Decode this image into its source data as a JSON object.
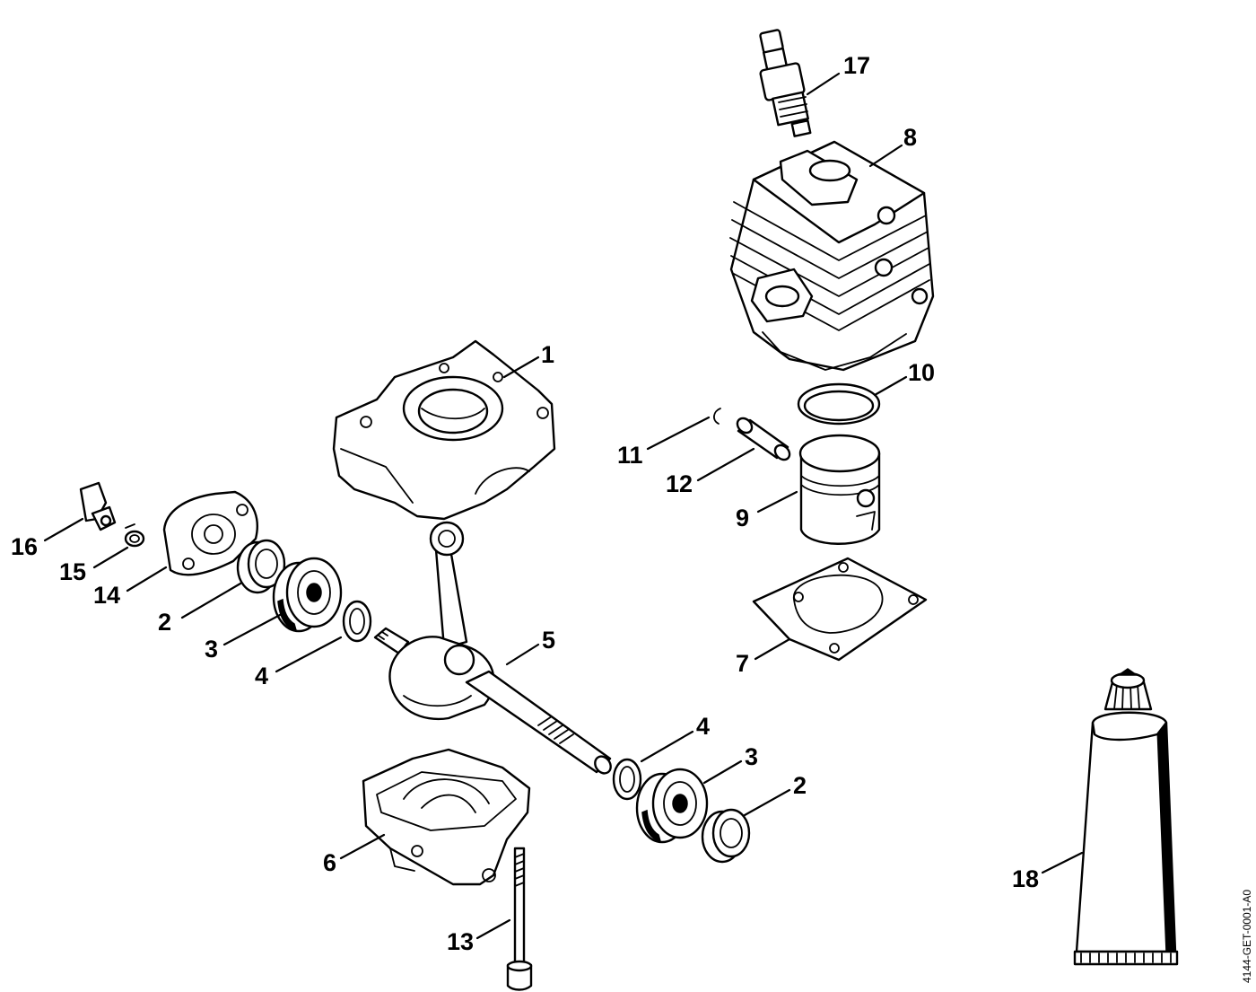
{
  "callouts": {
    "c1": "1",
    "c2a": "2",
    "c2b": "2",
    "c3a": "3",
    "c3b": "3",
    "c4a": "4",
    "c4b": "4",
    "c5": "5",
    "c6": "6",
    "c7": "7",
    "c8": "8",
    "c9": "9",
    "c10": "10",
    "c11": "11",
    "c12": "12",
    "c13": "13",
    "c14": "14",
    "c15": "15",
    "c16": "16",
    "c17": "17",
    "c18": "18"
  },
  "drawing_id": "4144-GET-0001-A0"
}
